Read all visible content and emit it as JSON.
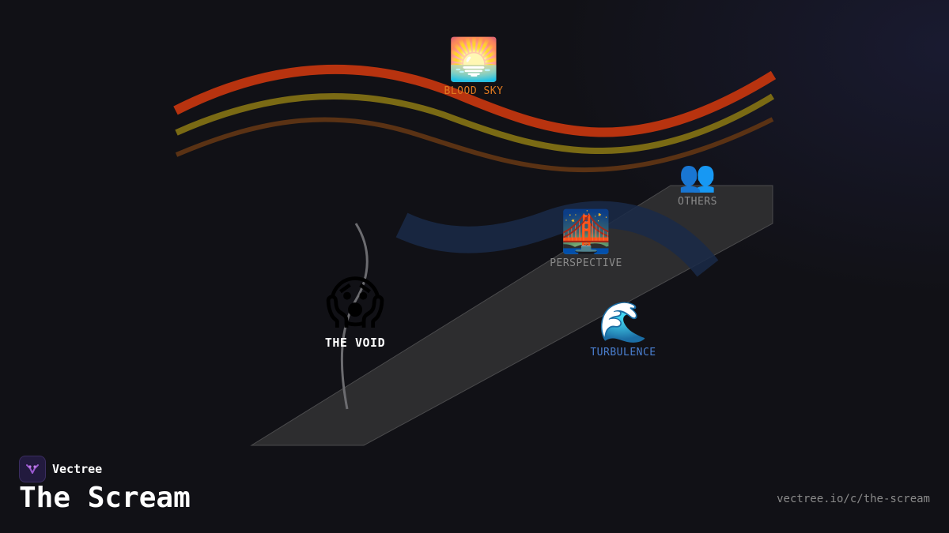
{
  "nodes": [
    {
      "id": "blood-sky",
      "emoji": "🌅",
      "label": "BLOOD SKY"
    },
    {
      "id": "others",
      "emoji": "👥",
      "label": "OTHERS"
    },
    {
      "id": "perspective",
      "emoji": "🌉",
      "label": "PERSPECTIVE"
    },
    {
      "id": "the-void",
      "emoji": "😱",
      "label": "THE VOID"
    },
    {
      "id": "turbulence",
      "emoji": "🌊",
      "label": "TURBULENCE"
    }
  ],
  "brand": {
    "name": "Vectree"
  },
  "title": "The Scream",
  "url": "vectree.io/c/the-scream",
  "colors": {
    "background": "#111116",
    "sky_red": "#b8330f",
    "sky_olive": "#7a6a14",
    "sky_brown": "#5a3214",
    "bridge": "#2d2d2f",
    "water": "#1a2a48",
    "blood_sky_label": "#e07a20",
    "turbulence_label": "#4a7fd0",
    "muted_label": "#8a8a8a",
    "void_label": "#ffffff",
    "brand_accent": "#9b59d0"
  }
}
